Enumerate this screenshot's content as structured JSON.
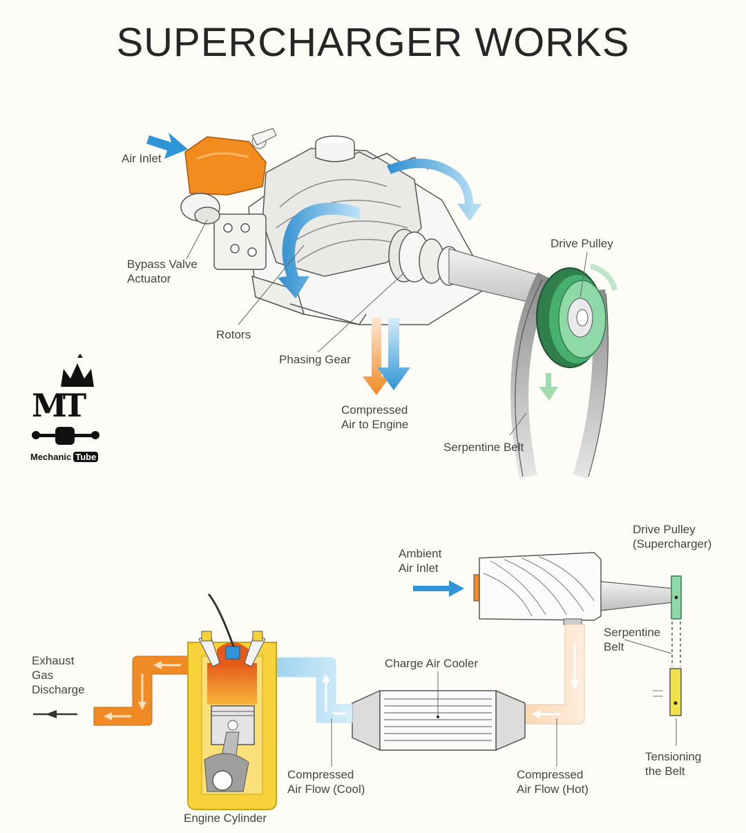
{
  "title": "SUPERCHARGER WORKS",
  "logo": {
    "mark": "MT",
    "name": "Mechanic",
    "badge": "Tube"
  },
  "top_labels": {
    "air_inlet": "Air Inlet",
    "bypass_valve": "Bypass Valve\nActuator",
    "rotors": "Rotors",
    "phasing_gear": "Phasing Gear",
    "compressed_air_engine": "Compressed\nAir to Engine",
    "drive_pulley": "Drive Pulley",
    "serpentine_belt": "Serpentine Belt"
  },
  "bottom_labels": {
    "ambient_air_inlet": "Ambient\nAir Inlet",
    "drive_pulley_supercharger": "Drive Pulley\n(Supercharger)",
    "serpentine_belt": "Serpentine\nBelt",
    "exhaust": "Exhaust\nGas\nDischarge",
    "charge_air_cooler": "Charge Air Cooler",
    "tensioning_belt": "Tensioning\nthe Belt",
    "flow_cool": "Compressed\nAir Flow (Cool)",
    "flow_hot": "Compressed\nAir Flow (Hot)",
    "engine_cylinder": "Engine Cylinder"
  },
  "colors": {
    "hot_air": "#f08a24",
    "cool_air": "#3a9fd8",
    "pulley": "#3fae6a",
    "bypass": "#f28c1e",
    "cylinder": "#f7d23a"
  }
}
